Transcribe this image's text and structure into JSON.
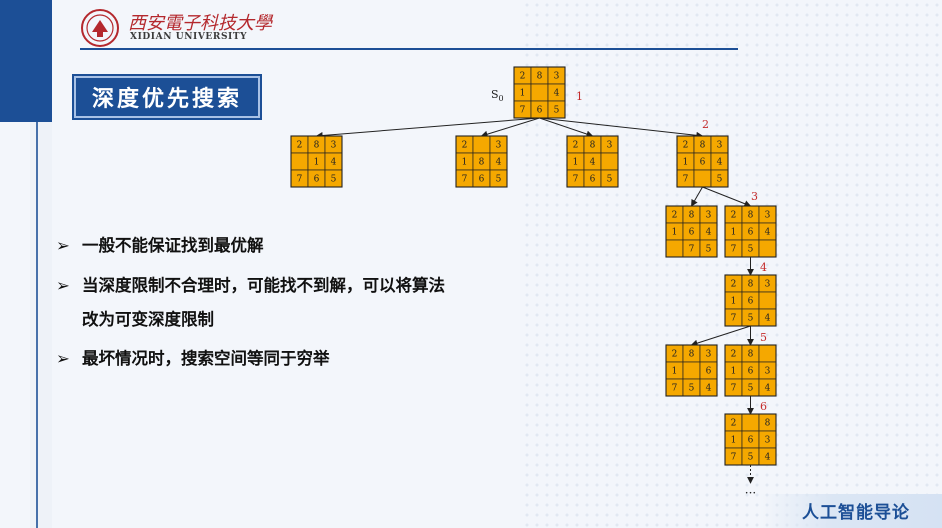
{
  "header": {
    "university_cn": "西安電子科技大學",
    "university_en": "XIDIAN UNIVERSITY"
  },
  "title": "深度优先搜索",
  "bullets": [
    {
      "arrow": "➢",
      "lines": [
        "一般不能保证找到最优解"
      ]
    },
    {
      "arrow": "➢",
      "lines": [
        "当深度限制不合理时，可能找不到解，可以将算法",
        "改为可变深度限制"
      ]
    },
    {
      "arrow": "➢",
      "lines": [
        "最坏情况时，搜索空间等同于穷举"
      ]
    }
  ],
  "footer": "人工智能导论",
  "colors": {
    "brand_blue": "#1c4f96",
    "tile": "#f5a800",
    "depth_label": "#c42b2b"
  },
  "tree": {
    "start_label": "S",
    "start_sub": "0",
    "nodes": [
      {
        "id": "n0",
        "board": [
          "2",
          "8",
          "3",
          "1",
          "",
          "4",
          "7",
          "6",
          "5"
        ],
        "depth_label": "1"
      },
      {
        "id": "n1",
        "board": [
          "2",
          "8",
          "3",
          "",
          "1",
          "4",
          "7",
          "6",
          "5"
        ],
        "depth_label": ""
      },
      {
        "id": "n2",
        "board": [
          "2",
          "",
          "3",
          "1",
          "8",
          "4",
          "7",
          "6",
          "5"
        ],
        "depth_label": ""
      },
      {
        "id": "n3",
        "board": [
          "2",
          "8",
          "3",
          "1",
          "4",
          "",
          "7",
          "6",
          "5"
        ],
        "depth_label": ""
      },
      {
        "id": "n4",
        "board": [
          "2",
          "8",
          "3",
          "1",
          "6",
          "4",
          "7",
          "",
          "5"
        ],
        "depth_label": "2"
      },
      {
        "id": "n5",
        "board": [
          "2",
          "8",
          "3",
          "1",
          "6",
          "4",
          "",
          "7",
          "5"
        ],
        "depth_label": ""
      },
      {
        "id": "n6",
        "board": [
          "2",
          "8",
          "3",
          "1",
          "6",
          "4",
          "7",
          "5",
          ""
        ],
        "depth_label": "3"
      },
      {
        "id": "n7",
        "board": [
          "2",
          "8",
          "3",
          "1",
          "6",
          "",
          "7",
          "5",
          "4"
        ],
        "depth_label": "4"
      },
      {
        "id": "n8",
        "board": [
          "2",
          "8",
          "3",
          "1",
          "",
          "6",
          "7",
          "5",
          "4"
        ],
        "depth_label": ""
      },
      {
        "id": "n9",
        "board": [
          "2",
          "8",
          "",
          "1",
          "6",
          "3",
          "7",
          "5",
          "4"
        ],
        "depth_label": "5"
      },
      {
        "id": "n10",
        "board": [
          "2",
          "",
          "8",
          "1",
          "6",
          "3",
          "7",
          "5",
          "4"
        ],
        "depth_label": "6"
      }
    ],
    "continuation": "···"
  }
}
